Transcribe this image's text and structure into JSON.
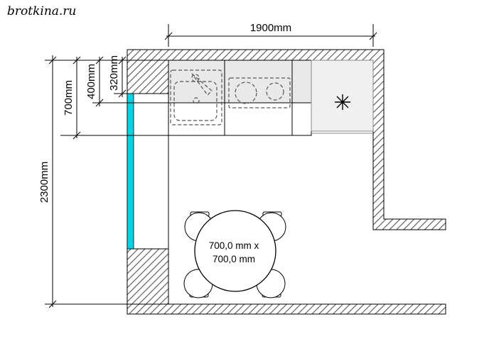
{
  "watermark": "brotkina.ru",
  "dimensions": {
    "width_top": "1900mm",
    "height_total": "2300mm",
    "depth_700": "700mm",
    "depth_400": "400mm",
    "depth_320": "320mm"
  },
  "table": {
    "line1": "700,0 mm x",
    "line2": "700,0 mm"
  },
  "colors": {
    "wall_hatch": "#555555",
    "accent_cyan": "#00d5e5",
    "upper_cabinet_fill": "#e9e9e9"
  },
  "icons": {
    "refrigerator": "asterisk-icon"
  }
}
